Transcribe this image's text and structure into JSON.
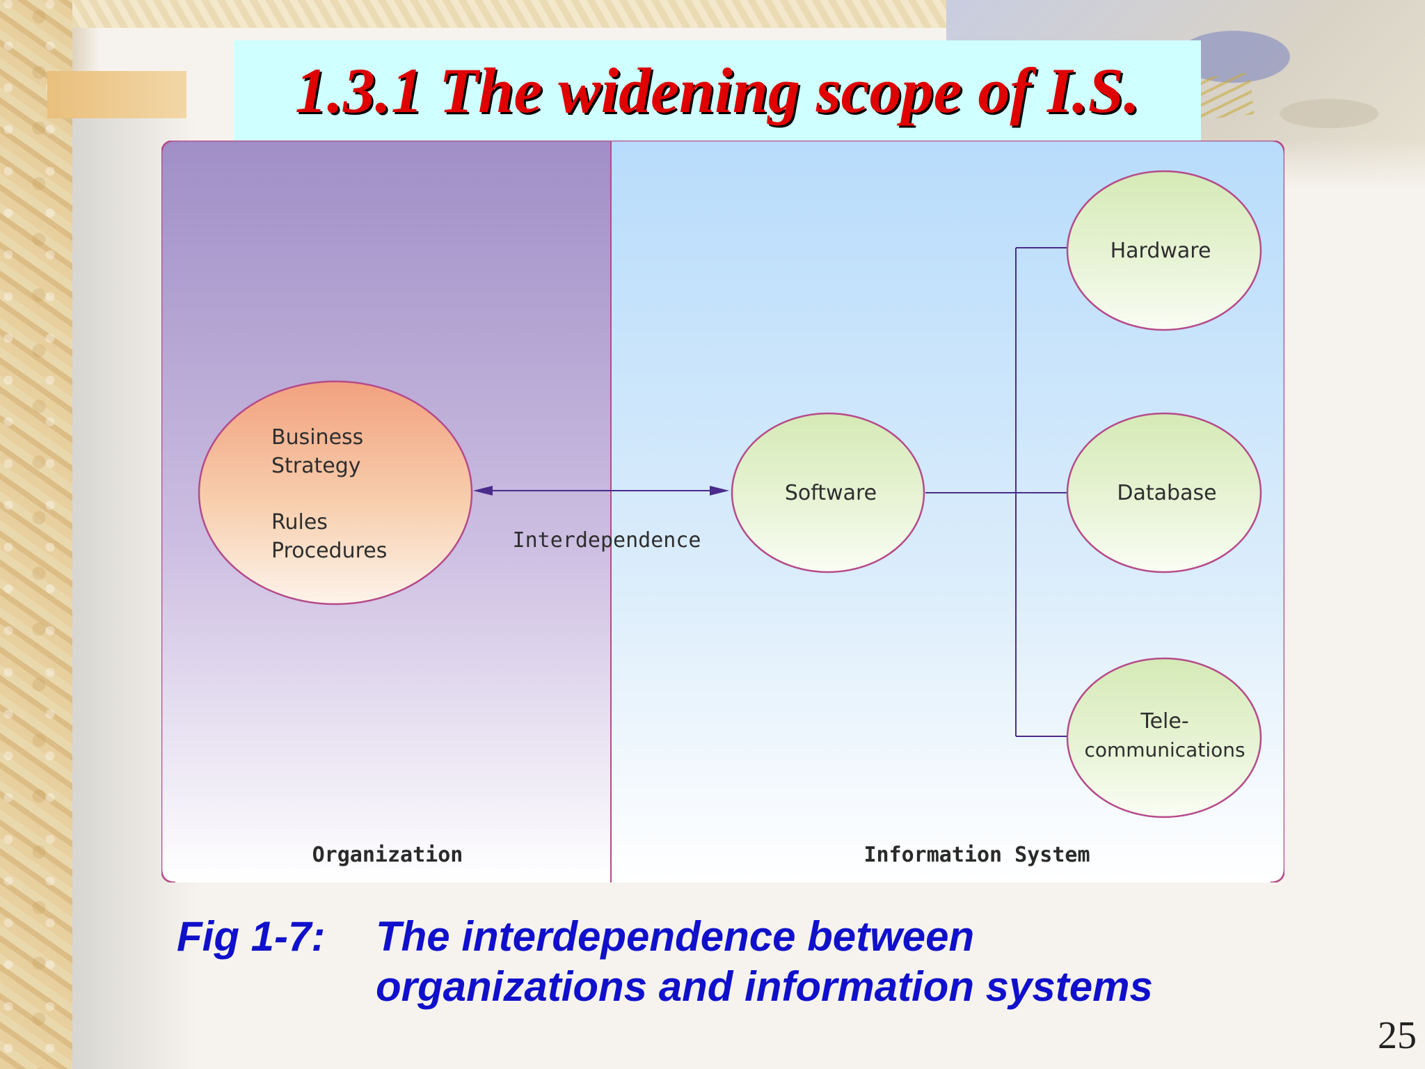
{
  "slide": {
    "title": "1.3.1 The widening scope of I.S.",
    "page_number": "25"
  },
  "diagram": {
    "regions": {
      "organization": "Organization",
      "information_system": "Information System"
    },
    "organization_node": {
      "line1": "Business",
      "line2": "Strategy",
      "line3": "Rules",
      "line4": "Procedures"
    },
    "link_label": "Interdependence",
    "nodes": {
      "software": "Software",
      "hardware": "Hardware",
      "database": "Database",
      "telecom_line1": "Tele-",
      "telecom_line2": "communications"
    }
  },
  "caption": {
    "label": "Fig 1-7:",
    "line1": "The interdependence between",
    "line2": "organizations and information systems"
  },
  "colors": {
    "title_text": "#e00000",
    "title_background": "#cfffff",
    "caption_text": "#1010cc",
    "organization_panel": "#a08ec6",
    "information_panel": "#b8dcfb",
    "border": "#b54a8a",
    "connector": "#4a2c8c"
  }
}
